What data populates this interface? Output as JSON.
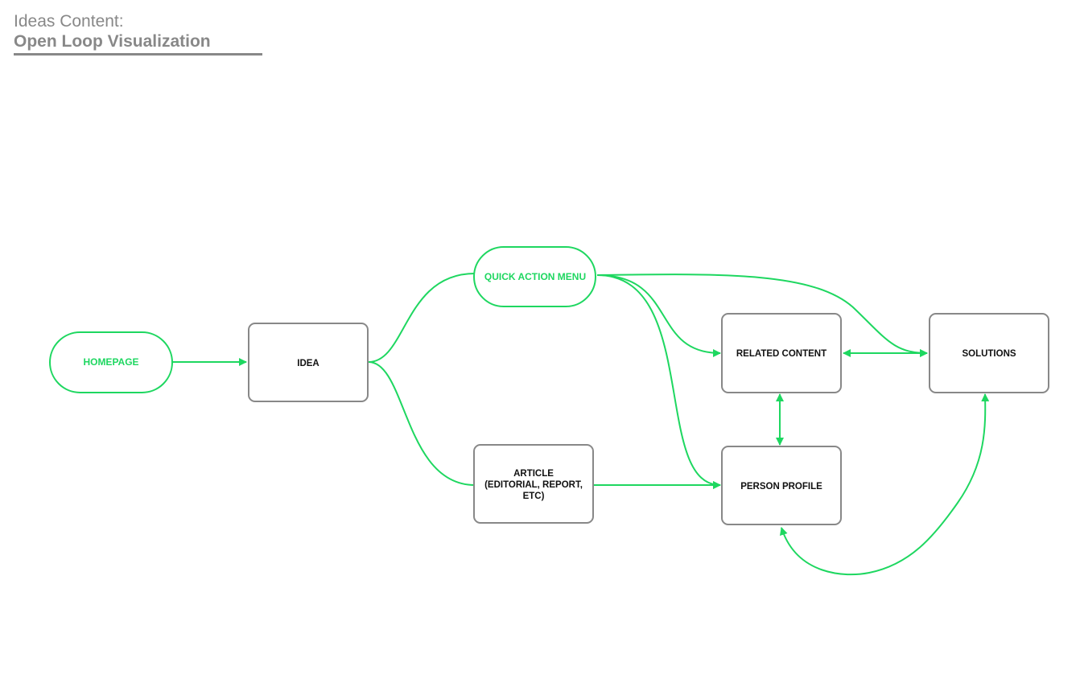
{
  "header": {
    "subtitle": "Ideas Content:",
    "title": "Open Loop Visualization"
  },
  "colors": {
    "accent": "#1ed760",
    "box_stroke": "#888888",
    "text": "#111111"
  },
  "nodes": {
    "homepage": "HOMEPAGE",
    "idea": "IDEA",
    "quick_action_menu": "QUICK ACTION MENU",
    "article_line1": "ARTICLE",
    "article_line2": "(EDITORIAL, REPORT,",
    "article_line3": "ETC)",
    "related_content": "RELATED CONTENT",
    "solutions": "SOLUTIONS",
    "person_profile": "PERSON PROFILE"
  }
}
